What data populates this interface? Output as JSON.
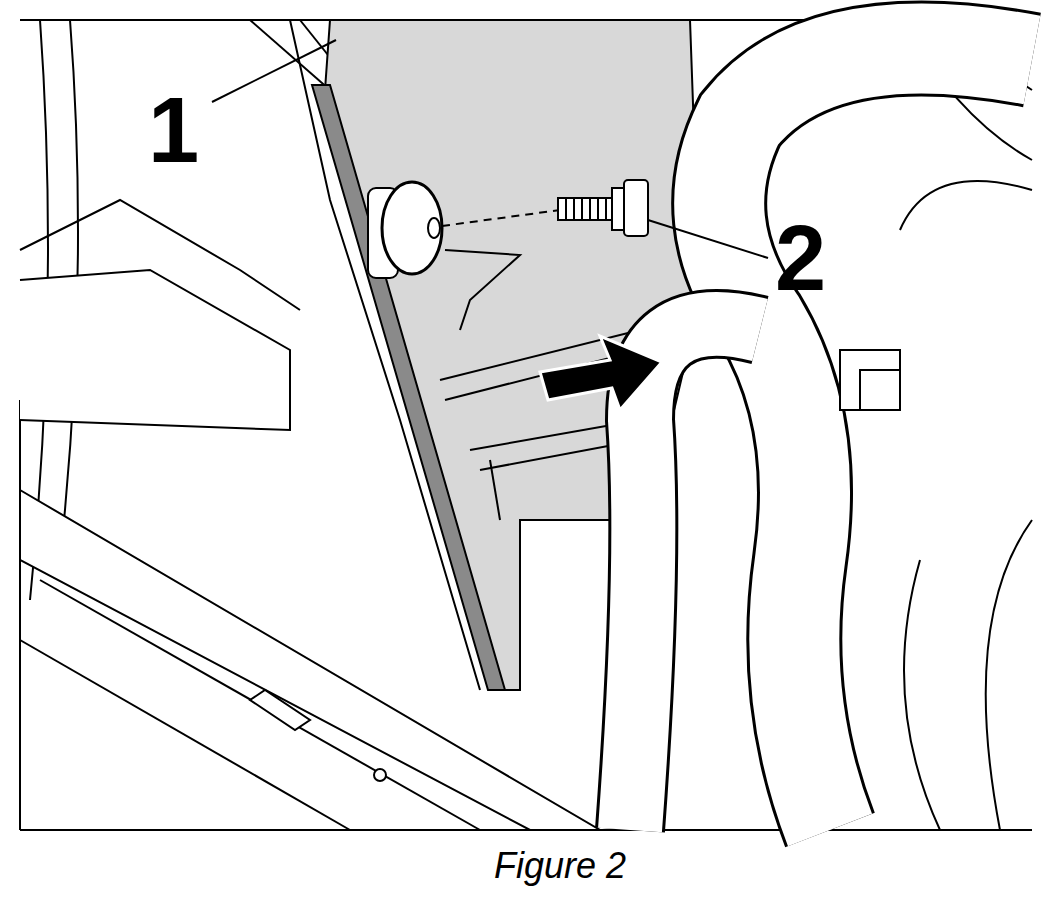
{
  "diagram": {
    "caption": "Figure 2",
    "labels": [
      "1",
      "2"
    ]
  }
}
